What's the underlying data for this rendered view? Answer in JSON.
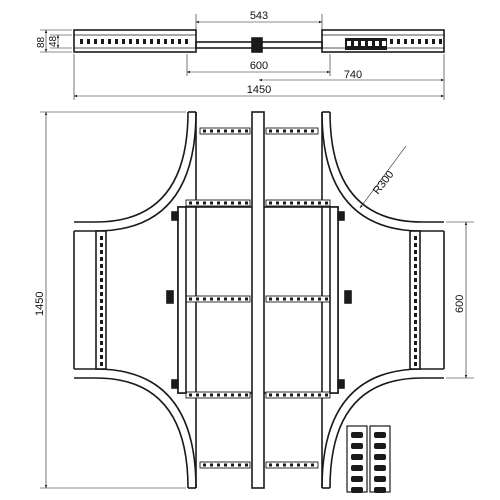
{
  "dimensions": {
    "side_height": "88",
    "inner_height": "48",
    "center_gap": "543",
    "inner_span": "600",
    "arm_length": "740",
    "overall_length": "1450",
    "overall_height": "1450",
    "arm_width": "600",
    "bend_radius": "R300"
  }
}
